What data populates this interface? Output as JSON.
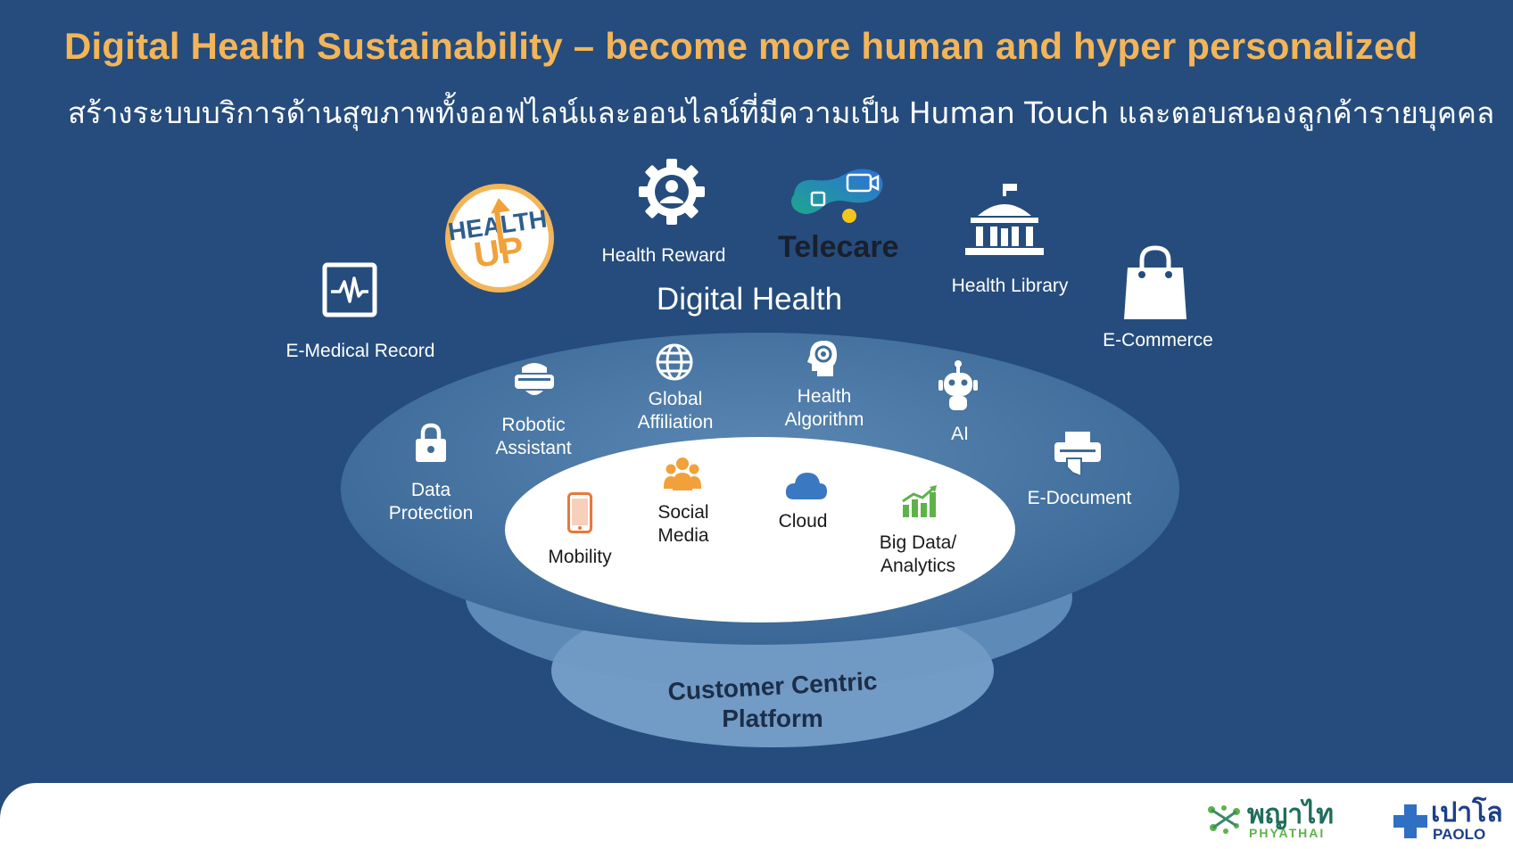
{
  "header": {
    "title": "Digital Health Sustainability – become more human and hyper personalized",
    "subtitle": "สร้างระบบบริการด้านสุขภาพทั้งออฟไลน์และออนไลน์ที่มีความเป็น Human Touch และตอบสนองลูกค้ารายบุคคล"
  },
  "digital_health": {
    "title": "Digital Health",
    "health_up_logo": "HEALTH UP",
    "telecare_logo": "Telecare",
    "items": [
      {
        "label": "E-Medical Record",
        "icon": "monitor-heartbeat-icon"
      },
      {
        "label": "Health Reward",
        "icon": "gear-user-icon"
      },
      {
        "label": "Health Library",
        "icon": "library-building-icon"
      },
      {
        "label": "E-Commerce",
        "icon": "shopping-bag-icon"
      }
    ]
  },
  "outer_ring": [
    {
      "label_lines": [
        "Data",
        "Protection"
      ],
      "icon": "lock-icon"
    },
    {
      "label_lines": [
        "Robotic",
        "Assistant"
      ],
      "icon": "vr-headset-icon"
    },
    {
      "label_lines": [
        "Global",
        "Affiliation"
      ],
      "icon": "globe-icon"
    },
    {
      "label_lines": [
        "Health",
        "Algorithm"
      ],
      "icon": "head-gear-icon"
    },
    {
      "label_lines": [
        "AI"
      ],
      "icon": "robot-icon"
    },
    {
      "label_lines": [
        "E-Document"
      ],
      "icon": "printer-icon"
    }
  ],
  "inner_core": [
    {
      "label_lines": [
        "Mobility"
      ],
      "icon": "smartphone-icon"
    },
    {
      "label_lines": [
        "Social",
        "Media"
      ],
      "icon": "people-group-icon"
    },
    {
      "label_lines": [
        "Cloud"
      ],
      "icon": "cloud-icon"
    },
    {
      "label_lines": [
        "Big Data/",
        "Analytics"
      ],
      "icon": "bar-chart-icon"
    }
  ],
  "platform": {
    "line1": "Customer Centric",
    "line2": "Platform"
  },
  "footer": {
    "logo1_thai": "พญาไท",
    "logo1_en": "PHYATHAI",
    "logo2_thai": "เปาโล",
    "logo2_en": "PAOLO"
  },
  "colors": {
    "background": "#254c7d",
    "title": "#f3b558",
    "outer_ellipse": "#3e6c99",
    "inner_ellipse": "#ffffff",
    "platform_ring": "#7fa7cf",
    "icon_orange": "#f2a13a",
    "icon_green": "#5db34a",
    "icon_blue": "#3a78c1"
  }
}
